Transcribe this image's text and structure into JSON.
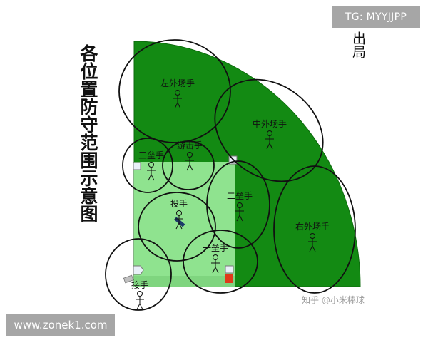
{
  "title": "各位置防守范围示意图",
  "out_label": "出局",
  "badge_top_right": "TG: MYYJJPP",
  "badge_bottom_left": "www.zonek1.com",
  "watermark": "知乎 @小米棒球",
  "colors": {
    "outfield": "#138a13",
    "infield": "#8fe38f",
    "foul_base": "#e03a1a",
    "circle": "#111111"
  },
  "positions": {
    "left_field": "左外场手",
    "center_field": "中外场手",
    "right_field": "右外场手",
    "shortstop": "游击手",
    "third_base": "三垒手",
    "second_base": "二垒手",
    "pitcher": "投手",
    "first_base": "一垒手",
    "catcher": "接手"
  }
}
